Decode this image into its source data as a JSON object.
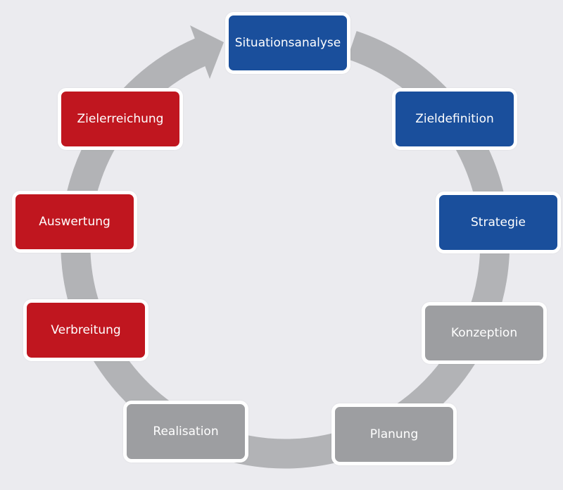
{
  "colors": {
    "blue": "#1a4f9c",
    "red": "#c0161f",
    "gray": "#9d9ea1",
    "ring": "#b2b3b6",
    "background": "#ebebef"
  },
  "steps": [
    {
      "label": "Situationsanalyse",
      "group": "blue"
    },
    {
      "label": "Zieldefinition",
      "group": "blue"
    },
    {
      "label": "Strategie",
      "group": "blue"
    },
    {
      "label": "Konzeption",
      "group": "gray"
    },
    {
      "label": "Planung",
      "group": "gray"
    },
    {
      "label": "Realisation",
      "group": "gray"
    },
    {
      "label": "Verbreitung",
      "group": "red"
    },
    {
      "label": "Auswertung",
      "group": "red"
    },
    {
      "label": "Zielerreichung",
      "group": "red"
    }
  ]
}
